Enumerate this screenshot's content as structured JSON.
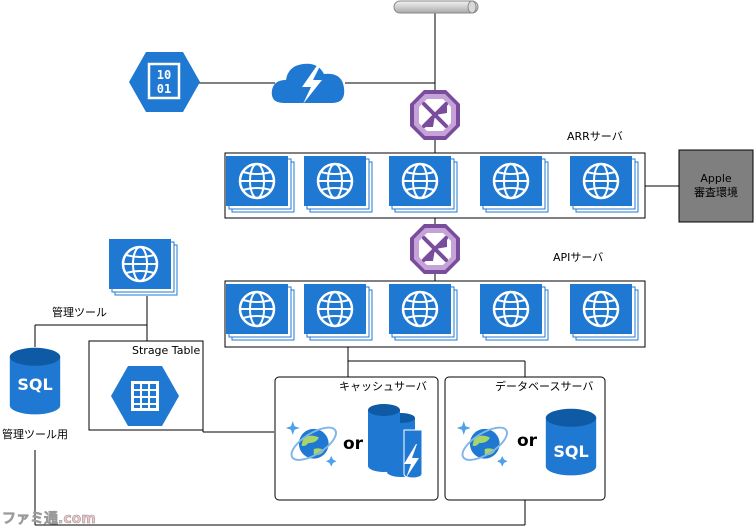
{
  "colors": {
    "azure_blue": "#1f78d1",
    "azure_blue_dark": "#0e5aa5",
    "lb_purple": "#7a4d9c",
    "box_border": "#000000",
    "apple_fill": "#7f7f7f"
  },
  "icons": {
    "data_file": "binary-data-icon",
    "function": "cloud-lightning-icon",
    "load_balancer": "load-balancer-icon",
    "web_app": "web-app-globe-icon",
    "sql": "sql-database-icon",
    "table": "storage-table-icon",
    "cosmos": "cosmos-db-icon",
    "redis": "cache-lightning-icon"
  },
  "data_icon_text": {
    "top": "10",
    "bottom": "01"
  },
  "labels": {
    "arr": "ARRサーバ",
    "api": "APIサーバ",
    "apple_line1": "Apple",
    "apple_line2": "審査環境",
    "admin_tool": "管理ツール",
    "admin_tool_db": "管理ツール用",
    "storage_table": "Strage Table",
    "cache_server": "キャッシュサーバ",
    "database_server": "データベースサーバ",
    "or": "or",
    "sql": "SQL"
  },
  "watermark": "ファミ通.com"
}
